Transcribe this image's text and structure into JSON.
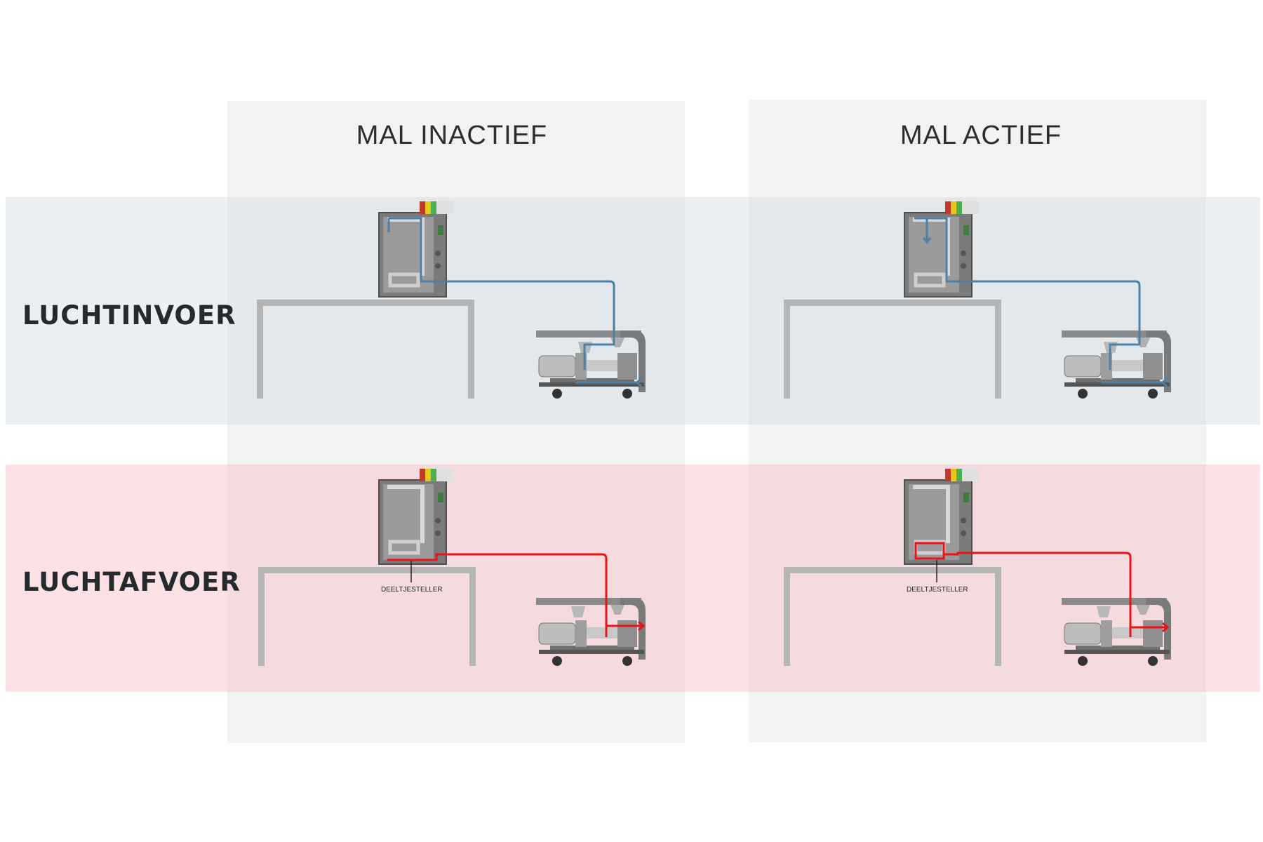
{
  "columns": [
    {
      "title": "MAL INACTIEF"
    },
    {
      "title": "MAL ACTIEF"
    }
  ],
  "rows": [
    {
      "title": "LUCHTINVOER",
      "flow_color": "#4f7fa3",
      "band_color": "rgba(205,220,228,0.42)"
    },
    {
      "title": "LUCHTAFVOER",
      "flow_color": "#e8141b",
      "band_color": "rgba(250,190,198,0.45)"
    }
  ],
  "cells": {
    "inactive_out": {
      "label": "DEELTJESTELLER"
    },
    "active_out": {
      "label": "DEELTJESTELLER"
    }
  },
  "status_light_colors": [
    "#c0392b",
    "#e8c61c",
    "#4caf50"
  ]
}
